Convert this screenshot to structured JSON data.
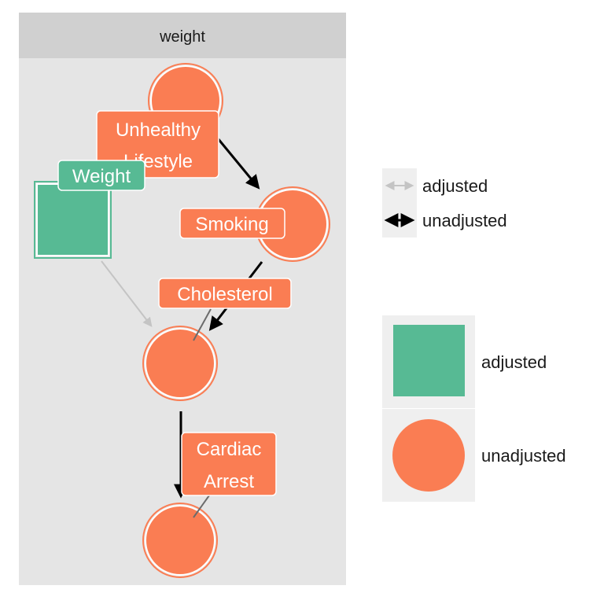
{
  "panel": {
    "strip_label": "weight"
  },
  "colors": {
    "adjusted": "#57BA94",
    "unadjusted": "#FA7D53",
    "panel_bg": "#E5E5E5",
    "strip_bg": "#D0D0D0",
    "edge_adjusted": "#BDBDBD",
    "edge_unadjusted": "#000000"
  },
  "nodes": {
    "unhealthy_lifestyle": {
      "label": "Unhealthy Lifestyle",
      "label_lines": [
        "Unhealthy",
        "Lifestyle"
      ],
      "status": "unadjusted"
    },
    "weight": {
      "label": "Weight",
      "status": "adjusted"
    },
    "smoking": {
      "label": "Smoking",
      "status": "unadjusted"
    },
    "cholesterol": {
      "label": "Cholesterol",
      "status": "unadjusted"
    },
    "cardiac_arrest": {
      "label": "Cardiac Arrest",
      "label_lines": [
        "Cardiac",
        "Arrest"
      ],
      "status": "unadjusted"
    }
  },
  "edges": [
    {
      "from": "Unhealthy Lifestyle",
      "to": "Smoking",
      "status": "unadjusted"
    },
    {
      "from": "Weight",
      "to": "Cholesterol",
      "status": "adjusted"
    },
    {
      "from": "Smoking",
      "to": "Cholesterol",
      "status": "unadjusted"
    },
    {
      "from": "Cholesterol",
      "to": "Cardiac Arrest",
      "status": "unadjusted"
    }
  ],
  "legend": {
    "edges": [
      {
        "key": "adjusted",
        "label": "adjusted"
      },
      {
        "key": "unadjusted",
        "label": "unadjusted"
      }
    ],
    "nodes": [
      {
        "key": "adjusted",
        "label": "adjusted",
        "shape": "square"
      },
      {
        "key": "unadjusted",
        "label": "unadjusted",
        "shape": "circle"
      }
    ]
  }
}
